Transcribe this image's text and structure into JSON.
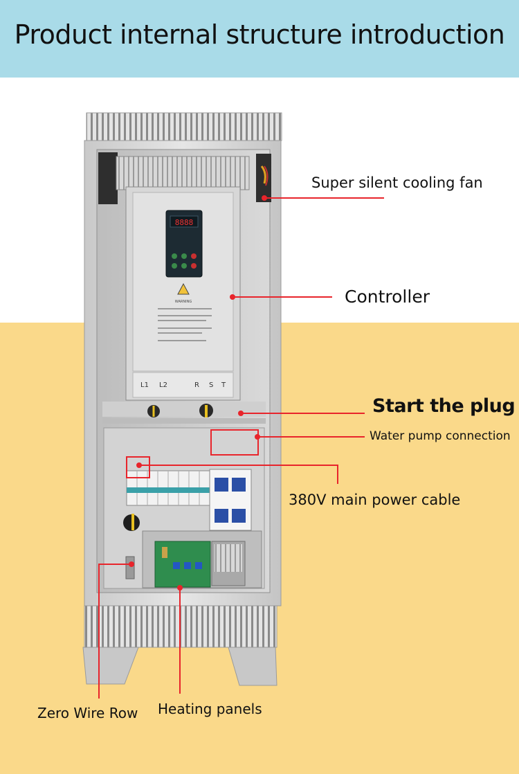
{
  "title": "Product internal structure introduction",
  "colors": {
    "header_band": "#a9dbe8",
    "upper_background": "#ffffff",
    "lower_background": "#fad98a",
    "callout_line": "#e8242b"
  },
  "callouts": {
    "fan": "Super silent cooling fan",
    "controller": "Controller",
    "start_plug": "Start the plug",
    "water_pump": "Water pump connection",
    "main_power": "380V main power cable",
    "zero_wire": "Zero Wire Row",
    "heating": "Heating panels"
  },
  "controller_panel": {
    "terminal_labels": [
      "L1",
      "L2",
      "R",
      "S",
      "T"
    ],
    "warning_title": "WARNING"
  }
}
